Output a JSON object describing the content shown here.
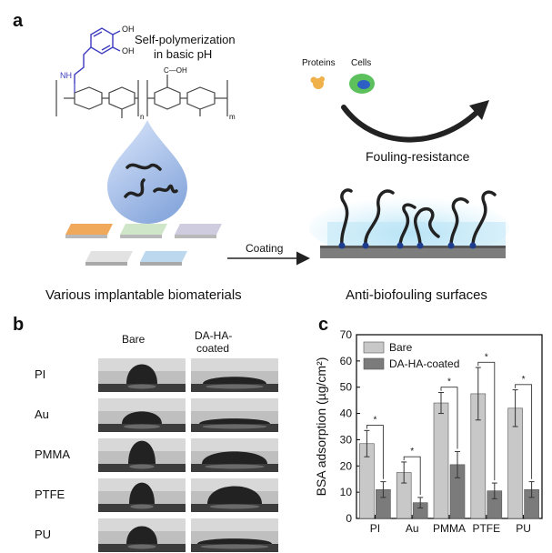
{
  "panel_a": {
    "letter": "a",
    "monomer_labels": {
      "oh_top": "OH",
      "oh_bottom": "OH",
      "nh": "NH",
      "cooh": "C—OH",
      "n_sub": "n",
      "m_sub": "m"
    },
    "self_poly_line1": "Self-polymerization",
    "self_poly_line2": "in basic pH",
    "proteins_label": "Proteins",
    "cells_label": "Cells",
    "fouling_label": "Fouling-resistance",
    "coating_label": "Coating",
    "left_caption": "Various implantable biomaterials",
    "right_caption": "Anti-biofouling surfaces",
    "colors": {
      "drop": "#9db8e6",
      "arrow": "#333333",
      "glow": "#aee0f5",
      "anchor": "#1e3c8c"
    },
    "tiles": [
      {
        "color": "#f0a85a"
      },
      {
        "color": "#cfe7c8"
      },
      {
        "color": "#cfcce0"
      },
      {
        "color": "#d6d6d6"
      },
      {
        "color": "#bcd8ee"
      }
    ]
  },
  "panel_b": {
    "letter": "b",
    "col_bare": "Bare",
    "col_coated_line1": "DA-HA-",
    "col_coated_line2": "coated",
    "rows": [
      {
        "label": "PI"
      },
      {
        "label": "Au"
      },
      {
        "label": "PMMA"
      },
      {
        "label": "PTFE"
      },
      {
        "label": "PU"
      }
    ]
  },
  "panel_c": {
    "letter": "c",
    "significance_marker": "*",
    "chart_data": {
      "type": "bar",
      "categories": [
        "PI",
        "Au",
        "PMMA",
        "PTFE",
        "PU"
      ],
      "series": [
        {
          "name": "Bare",
          "color": "#c8c8c8",
          "values": [
            28.5,
            17.5,
            44,
            47.5,
            42
          ],
          "errors": [
            5,
            4,
            4,
            10,
            7
          ]
        },
        {
          "name": "DA-HA-coated",
          "color": "#7b7b7b",
          "values": [
            11,
            6,
            20.5,
            10.5,
            11
          ],
          "errors": [
            3,
            2,
            5,
            3,
            3
          ]
        }
      ],
      "ylabel": "BSA adsorption (µg/cm²)",
      "ylim": [
        0,
        70
      ],
      "yticks": [
        0,
        10,
        20,
        30,
        40,
        50,
        60,
        70
      ],
      "legend": "top-left",
      "grid": false
    }
  }
}
